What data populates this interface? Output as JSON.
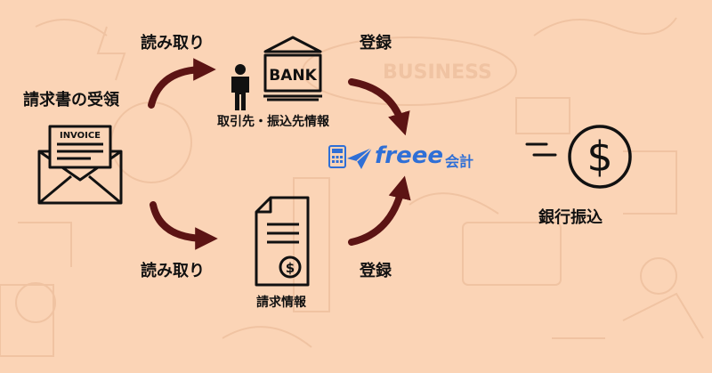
{
  "labels": {
    "invoice_receipt": "請求書の受領",
    "read_top": "読み取り",
    "read_bottom": "読み取り",
    "register_top": "登録",
    "register_bottom": "登録",
    "vendor_info": "取引先・振込先情報",
    "invoice_info": "請求情報",
    "bank_transfer": "銀行振込"
  },
  "icons": {
    "invoice_envelope": {
      "name": "invoice-envelope-icon",
      "text": "INVOICE"
    },
    "bank": {
      "name": "bank-icon",
      "text": "BANK"
    },
    "person": {
      "name": "person-icon"
    },
    "document": {
      "name": "document-dollar-icon"
    },
    "payment": {
      "name": "dollar-coin-icon"
    },
    "calculator": {
      "name": "calculator-icon"
    },
    "paper_plane": {
      "name": "paper-plane-icon"
    }
  },
  "logo": {
    "brand": "freee",
    "product": "会計"
  },
  "background_words": [
    "BUSINESS"
  ],
  "colors": {
    "background": "#fbd4b6",
    "arrow": "#5c1414",
    "text": "#111111",
    "freee_blue": "#2f6fd6",
    "bg_sketch": "#f3c6a6"
  }
}
